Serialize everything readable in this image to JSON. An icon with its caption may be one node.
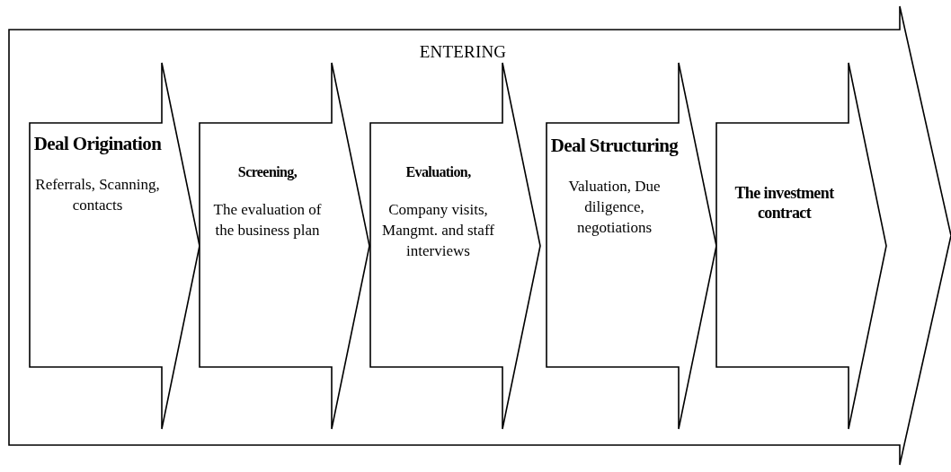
{
  "diagram": {
    "nodes": [
      {
        "text": [
          "ENTERING"
        ]
      },
      {
        "text": [
          "Deal Origination",
          "Referrals, Scanning, contacts"
        ],
        "in": 0
      },
      {
        "text": [
          "Screening,",
          "The evaluation of the business plan"
        ],
        "in": 0
      },
      {
        "text": [
          "Evaluation,",
          "Company visits, Mangmt. and staff interviews"
        ],
        "in": 0
      },
      {
        "text": [
          "Deal Structuring",
          "Valuation, Due diligence, negotiations"
        ],
        "in": 0
      },
      {
        "text": [
          "The investment contract"
        ],
        "in": 0
      }
    ]
  }
}
